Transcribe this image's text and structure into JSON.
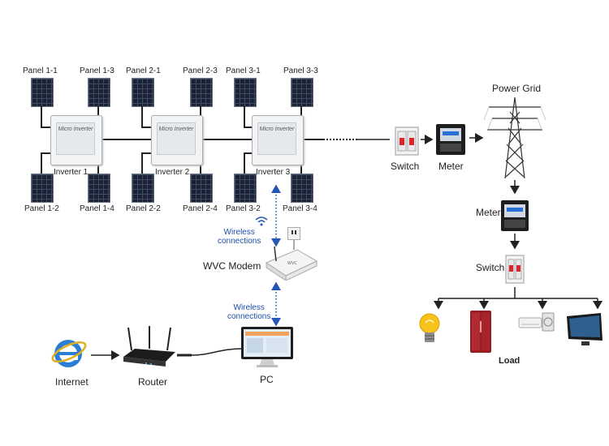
{
  "panels": [
    {
      "label": "Panel 1-1"
    },
    {
      "label": "Panel 1-3"
    },
    {
      "label": "Panel 2-1"
    },
    {
      "label": "Panel 2-3"
    },
    {
      "label": "Panel 3-1"
    },
    {
      "label": "Panel 3-3"
    },
    {
      "label": "Panel 1-2"
    },
    {
      "label": "Panel 1-4"
    },
    {
      "label": "Panel 2-2"
    },
    {
      "label": "Panel 2-4"
    },
    {
      "label": "Panel 3-2"
    },
    {
      "label": "Panel 3-4"
    }
  ],
  "inverters": [
    {
      "label": "Inverter 1",
      "face": "Micro Inverter"
    },
    {
      "label": "Inverter 2",
      "face": "Micro Inverter"
    },
    {
      "label": "Inverter 3",
      "face": "Micro Inverter"
    }
  ],
  "grid_side": {
    "switch1": "Switch",
    "meter1": "Meter",
    "power_grid": "Power Grid",
    "meter2": "Meter",
    "switch2": "Switch",
    "load": "Load"
  },
  "monitoring": {
    "wireless1": "Wireless\nconnections",
    "wvc_modem": "WVC Modem",
    "wireless2": "Wireless\nconnections",
    "internet": "Internet",
    "router": "Router",
    "pc": "PC"
  }
}
